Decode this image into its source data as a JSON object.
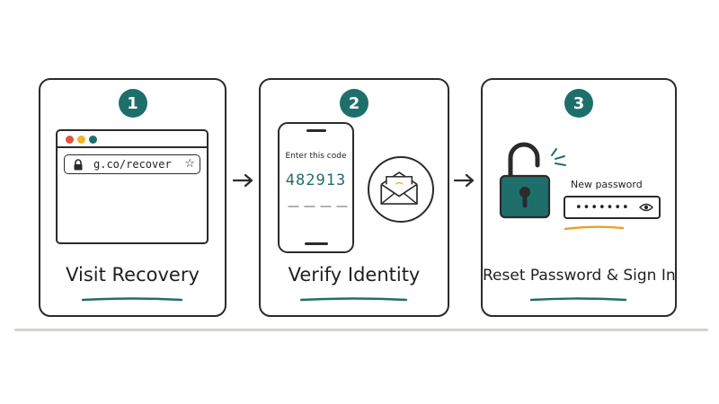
{
  "steps": [
    {
      "number": "1",
      "title": "Visit Recovery",
      "browser": {
        "url": "g.co/recover"
      }
    },
    {
      "number": "2",
      "title": "Verify Identity",
      "phone": {
        "code_label": "Enter this code",
        "code": "482913"
      },
      "email_icon_symbol": "@"
    },
    {
      "number": "3",
      "title": "Reset Password & Sign In",
      "password": {
        "label": "New password",
        "masked_value": "•••••••"
      }
    }
  ],
  "icons": {
    "browser_lock": "lock-icon",
    "bookmark": "star-icon",
    "envelope": "envelope-icon",
    "unlock": "unlocked-padlock-icon",
    "reveal": "eye-icon",
    "arrow": "arrow-right-icon"
  },
  "colors": {
    "accent_teal": "#1e6f6c",
    "accent_orange": "#e8a325",
    "dot_red": "#e0533f",
    "dot_yellow": "#f0b429",
    "dot_green": "#1e6f6c"
  }
}
